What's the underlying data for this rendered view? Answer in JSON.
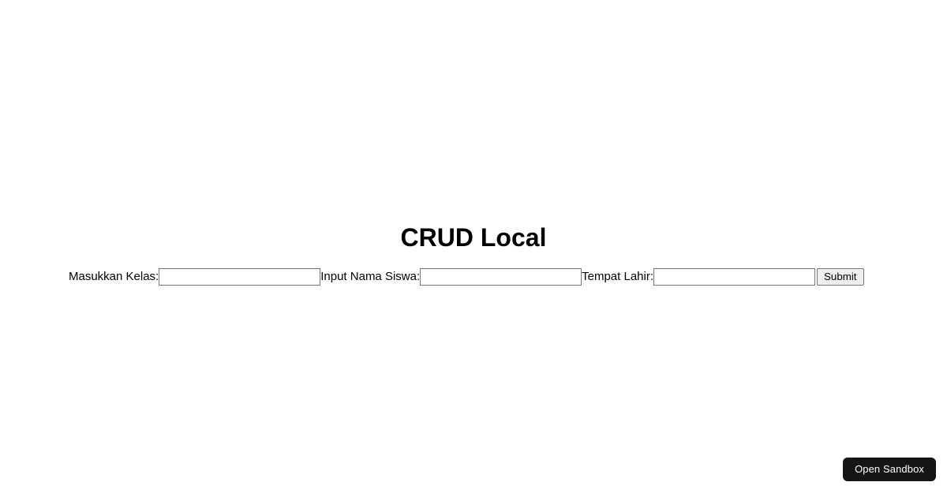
{
  "page": {
    "title": "CRUD Local",
    "background_color": "#ffffff",
    "text_color": "#000000"
  },
  "form": {
    "fields": [
      {
        "label": "Masukkan Kelas:",
        "value": "",
        "placeholder": "",
        "name": "kelas"
      },
      {
        "label": "Input Nama Siswa:",
        "value": "",
        "placeholder": "",
        "name": "nama-siswa"
      },
      {
        "label": "Tempat Lahir:",
        "value": "",
        "placeholder": "",
        "name": "tempat-lahir"
      }
    ],
    "submit_label": "Submit"
  },
  "sandbox": {
    "label": "Open Sandbox",
    "background_color": "#151515",
    "text_color": "#ffffff"
  }
}
